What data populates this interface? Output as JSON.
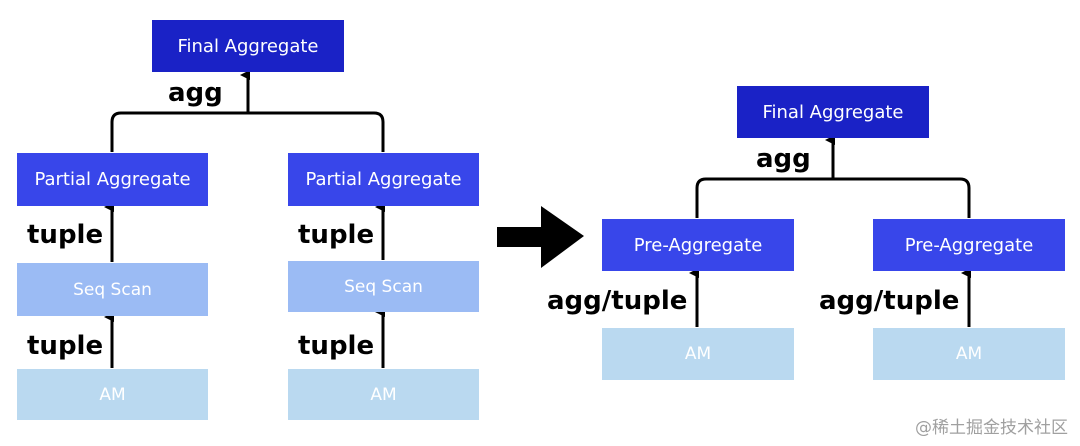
{
  "left_plan": {
    "final": "Final Aggregate",
    "final_edge_label": "agg",
    "branches": [
      {
        "partial": "Partial Aggregate",
        "upper_edge_label": "tuple",
        "scan": "Seq Scan",
        "lower_edge_label": "tuple",
        "am": "AM"
      },
      {
        "partial": "Partial Aggregate",
        "upper_edge_label": "tuple",
        "scan": "Seq Scan",
        "lower_edge_label": "tuple",
        "am": "AM"
      }
    ]
  },
  "transition_arrow": "arrow-right-icon",
  "right_plan": {
    "final": "Final Aggregate",
    "final_edge_label": "agg",
    "branches": [
      {
        "pre": "Pre-Aggregate",
        "edge_label": "agg/tuple",
        "am": "AM"
      },
      {
        "pre": "Pre-Aggregate",
        "edge_label": "agg/tuple",
        "am": "AM"
      }
    ]
  },
  "watermark": "@稀土掘金技术社区",
  "colors": {
    "final": "#1a22c6",
    "partial": "#3846ea",
    "scan": "#9bbbf4",
    "am": "#bad9f0",
    "connector": "#000000"
  }
}
